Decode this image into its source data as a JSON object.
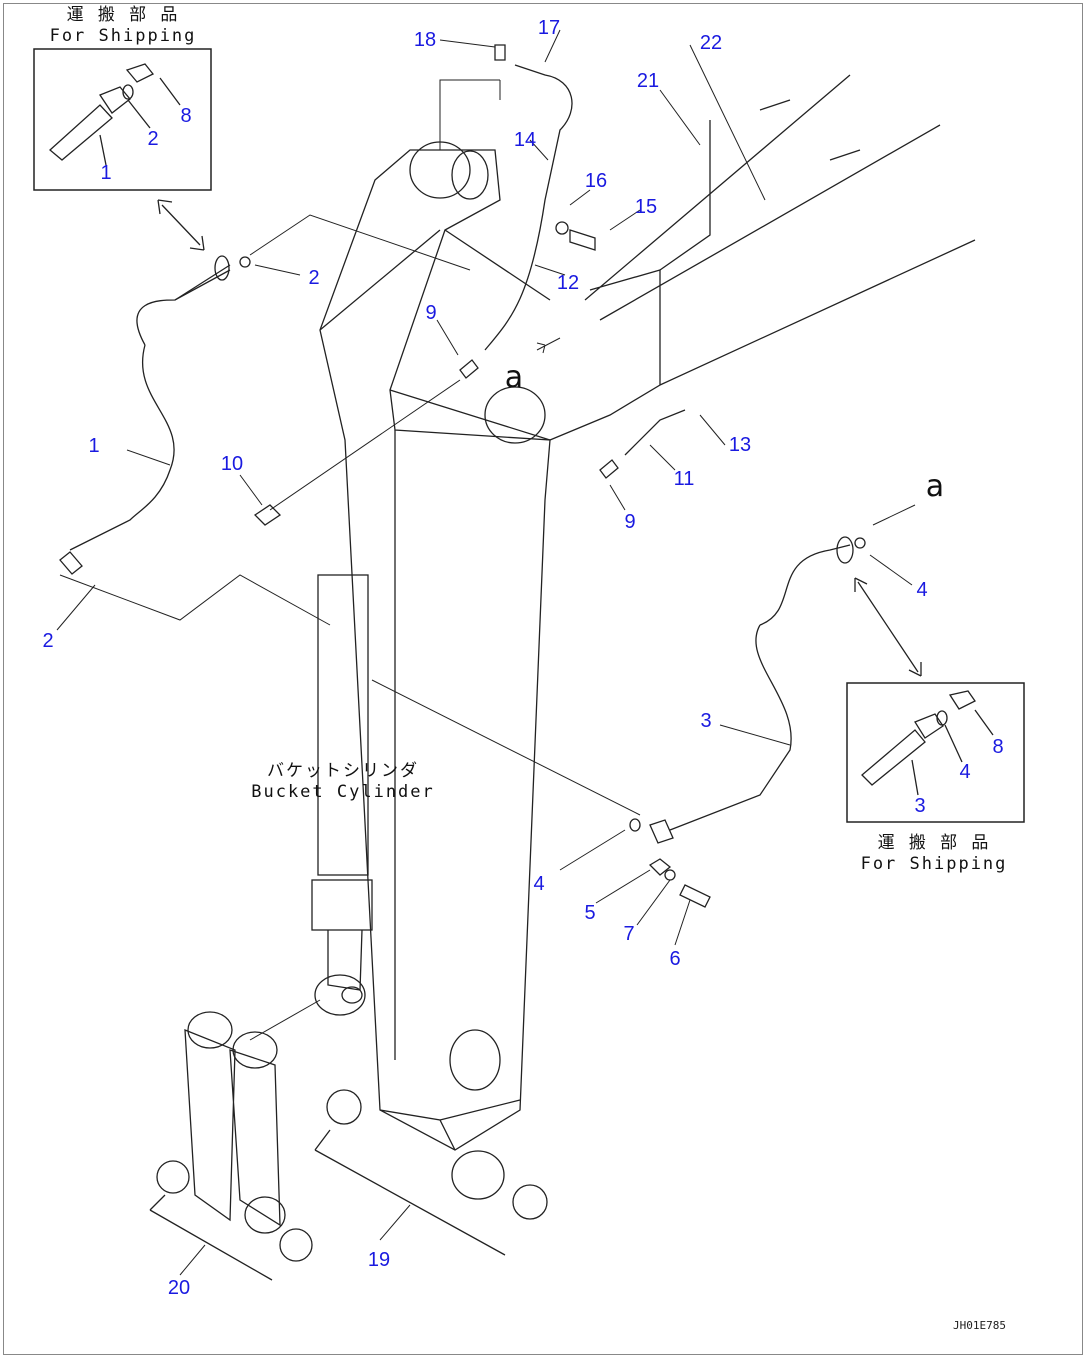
{
  "diagram": {
    "shipping_note_top": {
      "jp": "運 搬 部 品",
      "en": "For Shipping"
    },
    "shipping_note_right": {
      "jp": "運 搬 部 品",
      "en": "For Shipping"
    },
    "bucket_cylinder": {
      "jp": "バケットシリンダ",
      "en": "Bucket Cylinder"
    },
    "view_marks": [
      "a",
      "a"
    ],
    "drawing_code": "JH01E785",
    "label_color": "#1a1ae0",
    "callouts": [
      "1",
      "2",
      "8",
      "18",
      "17",
      "22",
      "21",
      "14",
      "16",
      "15",
      "2",
      "12",
      "9",
      "13",
      "1",
      "10",
      "11",
      "9",
      "4",
      "2",
      "3",
      "8",
      "4",
      "3",
      "4",
      "5",
      "7",
      "6",
      "19",
      "20"
    ]
  }
}
